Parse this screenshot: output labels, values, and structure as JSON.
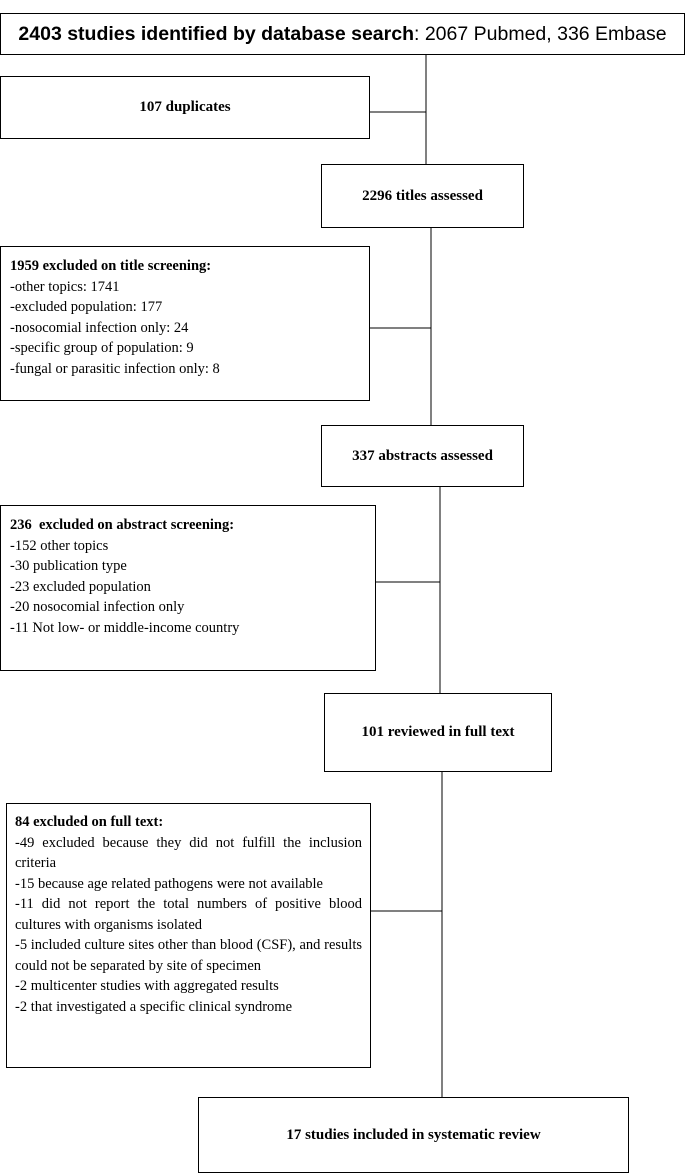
{
  "identification": {
    "bold_text": "2403 studies identified by database search",
    "rest_text": ": 2067 Pubmed, 336 Embase"
  },
  "duplicates": {
    "text": "107 duplicates"
  },
  "titles_assessed": {
    "text": "2296 titles assessed"
  },
  "title_exclusion": {
    "heading": "1959 excluded on title screening:",
    "items": [
      "-other topics: 1741",
      "-excluded population: 177",
      "-nosocomial infection only: 24",
      "-specific group of population: 9",
      "-fungal or parasitic infection only: 8"
    ]
  },
  "abstracts_assessed": {
    "text": "337 abstracts assessed"
  },
  "abstract_exclusion": {
    "heading": "236  excluded on abstract screening:",
    "items": [
      "-152 other topics",
      "-30 publication type",
      "-23 excluded population",
      "-20 nosocomial infection only",
      "-11 Not low- or middle-income country"
    ]
  },
  "full_text_reviewed": {
    "text": "101 reviewed in full text"
  },
  "fulltext_exclusion": {
    "heading": "84 excluded on full text:",
    "items": [
      "-49 excluded because they did not fulfill the inclusion criteria",
      "-15 because age related pathogens were not available",
      "-11 did not report the total numbers of positive blood cultures with organisms isolated",
      "-5 included culture sites other than blood (CSF), and results could not be separated by site of specimen",
      "-2 multicenter studies with aggregated results",
      "-2 that investigated a specific clinical syndrome"
    ]
  },
  "included": {
    "text": "17 studies included in systematic review"
  }
}
